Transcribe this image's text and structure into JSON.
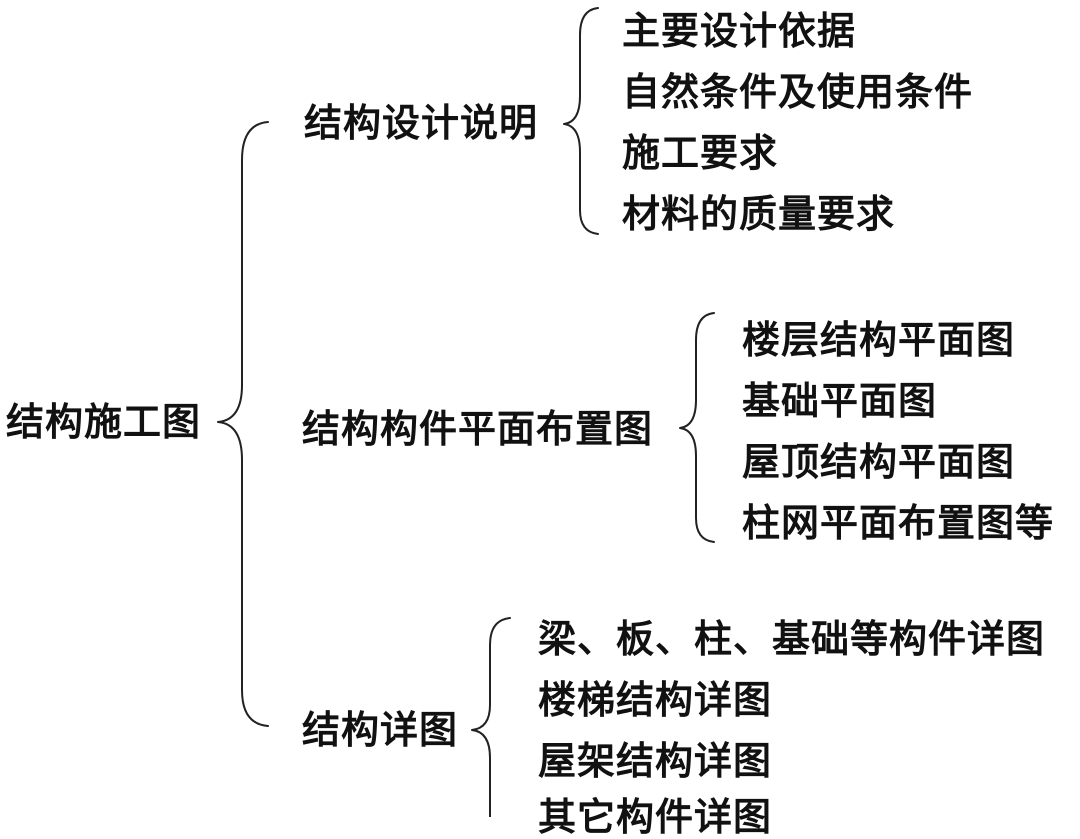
{
  "root": {
    "label": "结构施工图"
  },
  "branches": [
    {
      "label": "结构设计说明",
      "items": [
        "主要设计依据",
        "自然条件及使用条件",
        "施工要求",
        "材料的质量要求"
      ]
    },
    {
      "label": "结构构件平面布置图",
      "items": [
        "楼层结构平面图",
        "基础平面图",
        "屋顶结构平面图",
        "柱网平面布置图等"
      ]
    },
    {
      "label": "结构详图",
      "items": [
        "梁、板、柱、基础等构件详图",
        "楼梯结构详图",
        "屋架结构详图",
        "其它构件详图"
      ]
    }
  ]
}
